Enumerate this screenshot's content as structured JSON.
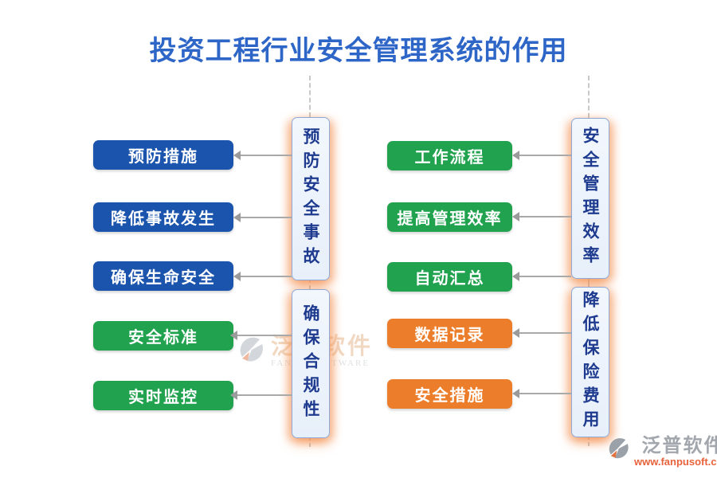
{
  "title": "投资工程行业安全管理系统的作用",
  "left": {
    "category1": "预防安全事故",
    "category2": "确保合规性",
    "items": [
      "预防措施",
      "降低事故发生",
      "确保生命安全",
      "安全标准",
      "实时监控"
    ]
  },
  "right": {
    "category1": "安全管理效率",
    "category2": "降低保险费用",
    "items": [
      "工作流程",
      "提高管理效率",
      "自动汇总",
      "数据记录",
      "安全措施"
    ]
  },
  "watermark": {
    "brand": "泛普软件",
    "brand_en": "FANPU SOFTWARE"
  },
  "logo": {
    "brand": "泛普软件",
    "url": "www.fanpusoft.com"
  },
  "colors": {
    "title": "#2e66c8",
    "blue_item": "#1b54ad",
    "green_item": "#21a24e",
    "orange_item": "#ec7d2b",
    "category_bg": "#eaf1fa",
    "category_border": "#8fa8d6",
    "category_text": "#1d3a8f",
    "glow": "#f49252",
    "arrow": "#a9a9a9",
    "logo_url": "#e8633c"
  }
}
